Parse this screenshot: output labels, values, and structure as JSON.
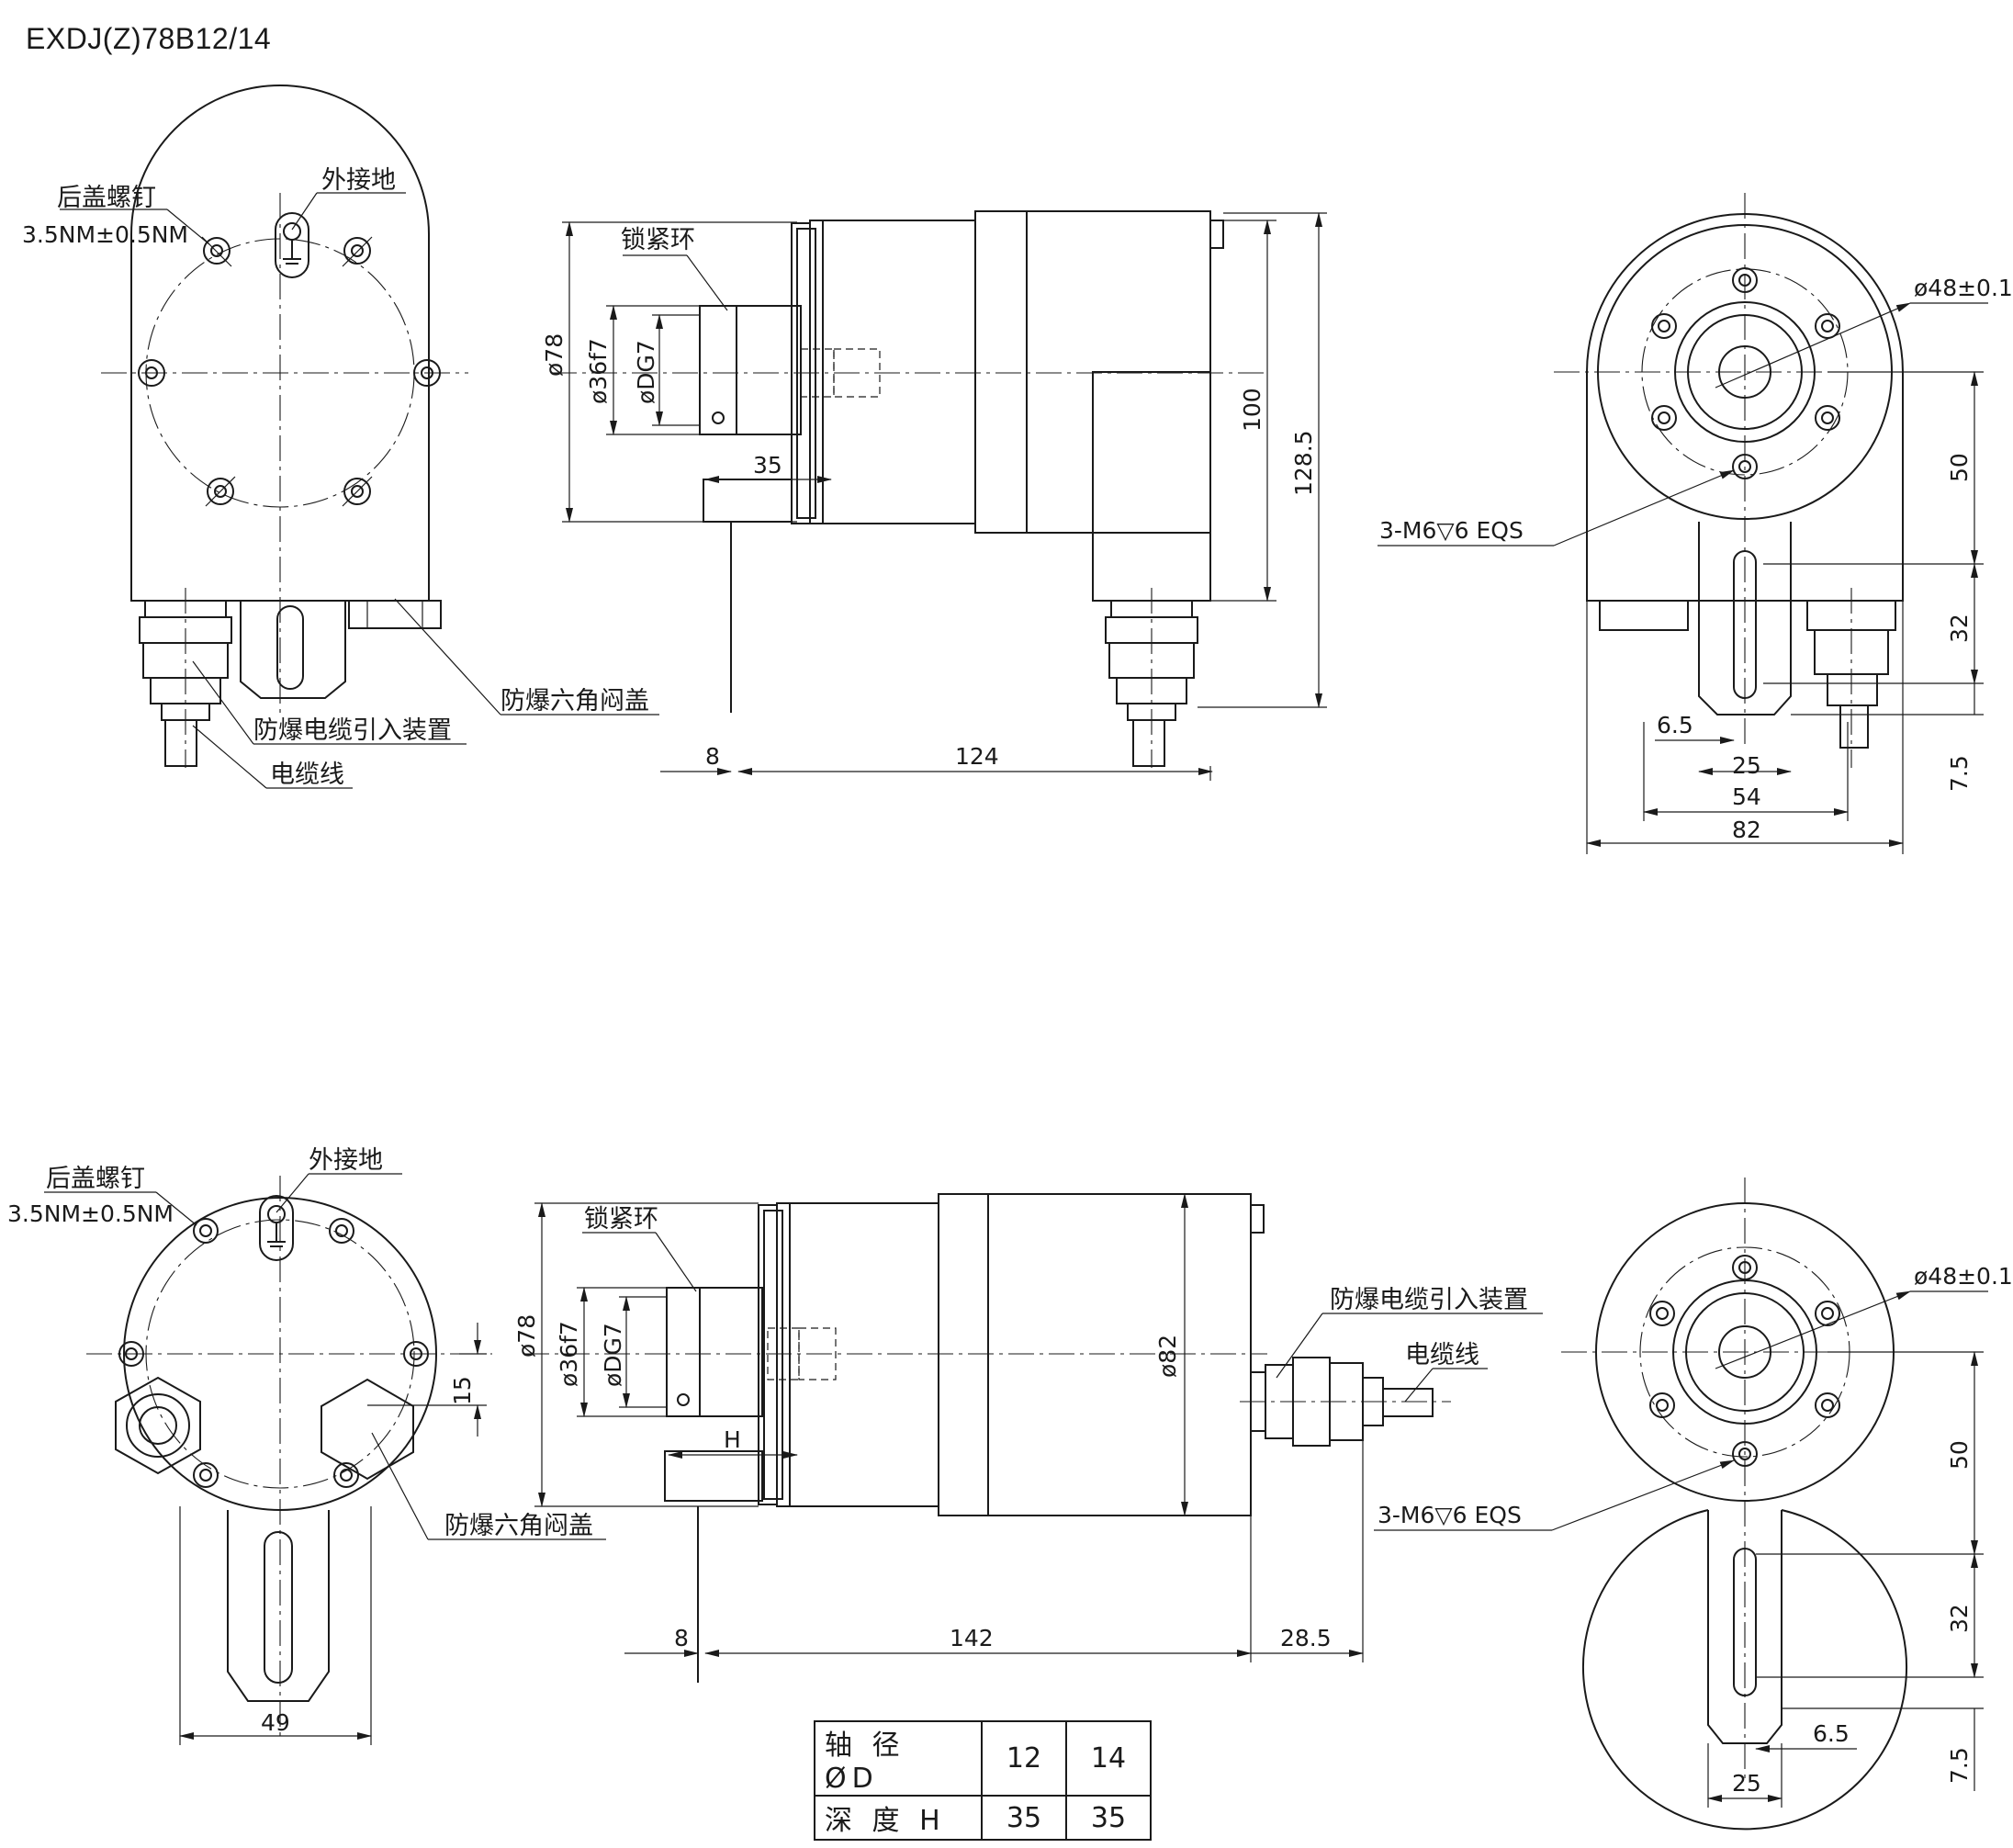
{
  "title": "EXDJ(Z)78B12/14",
  "top": {
    "front": {
      "rear_screw_label": "后盖螺钉",
      "torque_label": "3.5NM±0.5NM",
      "ground_label": "外接地"
    },
    "side": {
      "lock_ring_label": "锁紧环",
      "hex_plug_label": "防爆六角闷盖",
      "gland_label": "防爆电缆引入装置",
      "cable_label": "电缆线",
      "dims": {
        "d78": "ø78",
        "d36": "ø36f7",
        "dD": "øDG7",
        "d35": "35",
        "d100": "100",
        "d1285": "128.5",
        "d8": "8",
        "d124": "124"
      }
    },
    "rear": {
      "d48": "ø48±0.1",
      "thread": "3-M6▽6 EQS",
      "d50": "50",
      "d32": "32",
      "d65": "6.5",
      "d25": "25",
      "d54": "54",
      "d82": "82",
      "d75": "7.5"
    }
  },
  "bottom": {
    "front": {
      "rear_screw_label": "后盖螺钉",
      "torque_label": "3.5NM±0.5NM",
      "ground_label": "外接地",
      "hex_plug_label": "防爆六角闷盖",
      "d15": "15",
      "d49": "49"
    },
    "side": {
      "lock_ring_label": "锁紧环",
      "gland_label": "防爆电缆引入装置",
      "cable_label": "电缆线",
      "dims": {
        "d78": "ø78",
        "d36": "ø36f7",
        "dD": "øDG7",
        "dH": "H",
        "d82": "ø82",
        "d8": "8",
        "d142": "142",
        "d285": "28.5"
      }
    },
    "rear": {
      "d48": "ø48±0.1",
      "thread": "3-M6▽6 EQS",
      "d50": "50",
      "d32": "32",
      "d65": "6.5",
      "d25": "25",
      "d75": "7.5"
    }
  },
  "table": {
    "row1": {
      "label": "轴 径 ØD",
      "v1": "12",
      "v2": "14"
    },
    "row2": {
      "label": "深 度  H",
      "v1": "35",
      "v2": "35"
    }
  }
}
